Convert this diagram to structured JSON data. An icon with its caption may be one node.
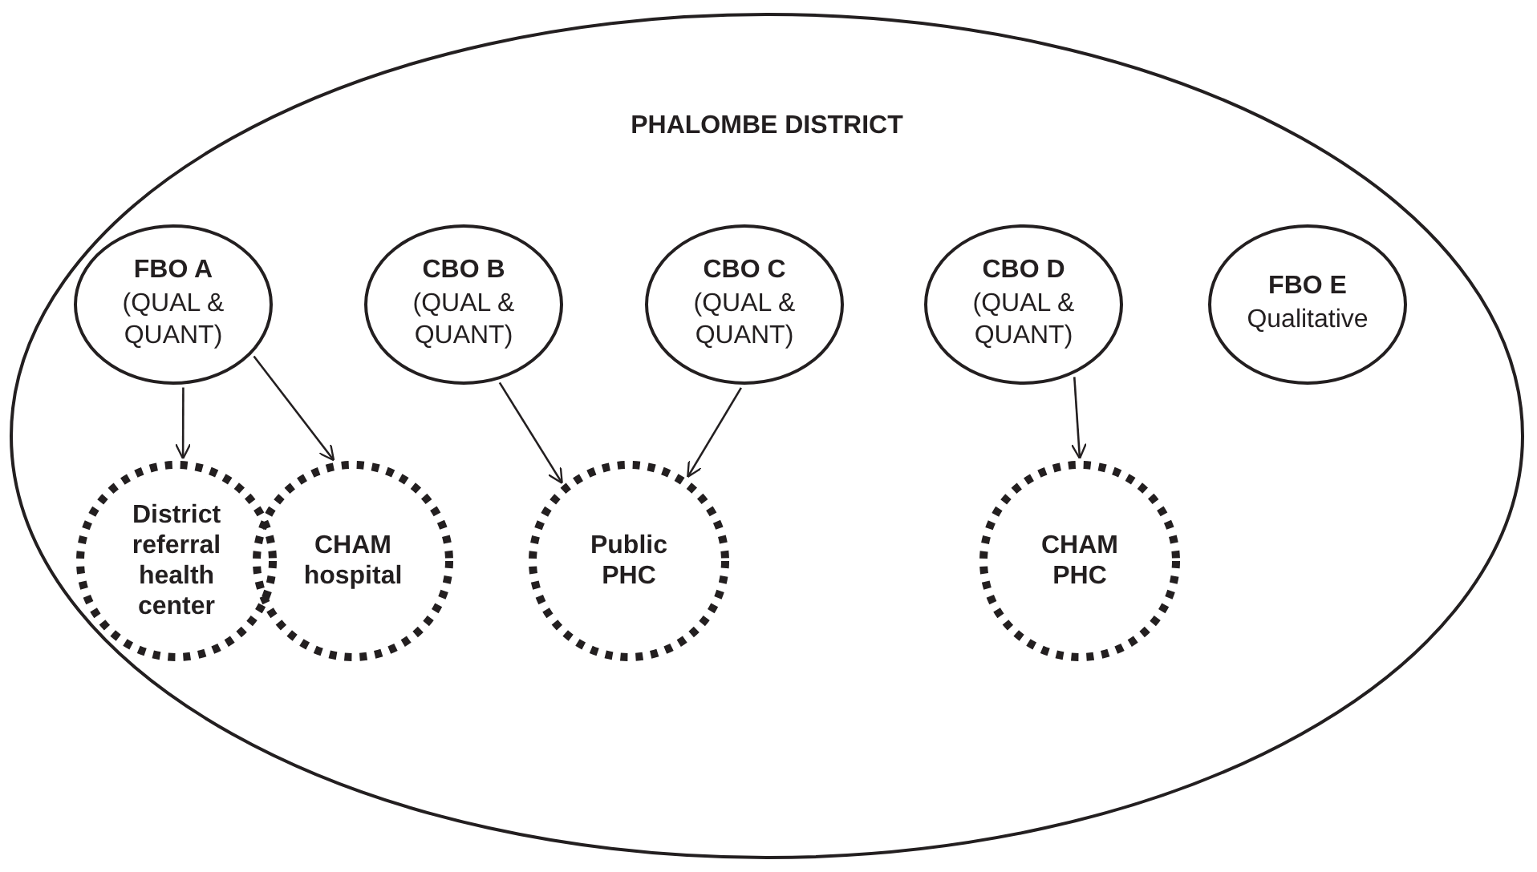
{
  "diagram": {
    "nodes": [
      {
        "text": [
          "PHALOMBE DISTRICT"
        ]
      },
      {
        "text": [
          "FBO A",
          "(QUAL & QUANT)"
        ],
        "in": 0
      },
      {
        "text": [
          "CBO B",
          "(QUAL & QUANT)"
        ],
        "in": 0
      },
      {
        "text": [
          "CBO C",
          "(QUAL & QUANT)"
        ],
        "in": 0
      },
      {
        "text": [
          "CBO D",
          "(QUAL & QUANT)"
        ],
        "in": 0
      },
      {
        "text": [
          "FBO E",
          "Qualitative"
        ],
        "in": 0
      },
      {
        "text": [
          "District referral health center"
        ],
        "in": 0
      },
      {
        "text": [
          "CHAM hospital"
        ],
        "in": 0
      },
      {
        "text": [
          "Public PHC"
        ],
        "in": 0
      },
      {
        "text": [
          "CHAM PHC"
        ],
        "in": 0
      }
    ],
    "edges": [
      {
        "from": 1,
        "to": 6,
        "arrow": "to"
      },
      {
        "from": 1,
        "to": 7,
        "arrow": "to"
      },
      {
        "from": 2,
        "to": 8,
        "arrow": "to"
      },
      {
        "from": 3,
        "to": 8,
        "arrow": "to"
      },
      {
        "from": 4,
        "to": 9,
        "arrow": "to"
      }
    ]
  }
}
